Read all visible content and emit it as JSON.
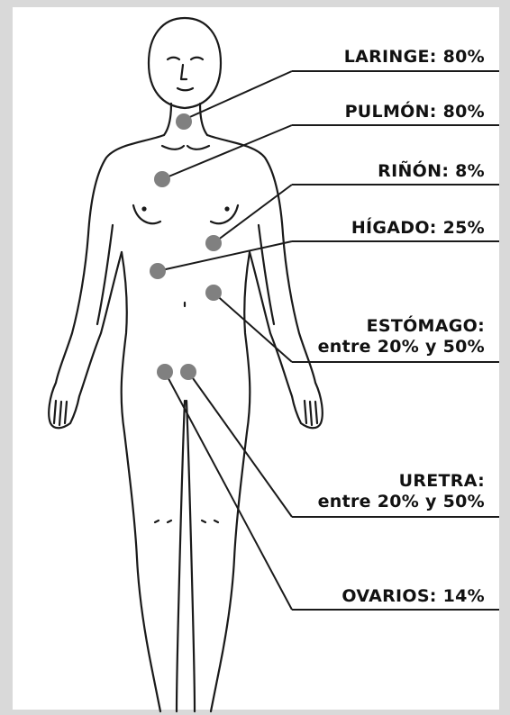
{
  "organs": [
    {
      "name": "larynx",
      "label": "LARINGE: 80%",
      "line2": ""
    },
    {
      "name": "lung",
      "label": "PULMÓN: 80%",
      "line2": ""
    },
    {
      "name": "kidney",
      "label": "RIÑÓN: 8%",
      "line2": ""
    },
    {
      "name": "liver",
      "label": "HÍGADO: 25%",
      "line2": ""
    },
    {
      "name": "stomach",
      "label": "ESTÓMAGO:",
      "line2": "entre 20% y 50%"
    },
    {
      "name": "urethra",
      "label": "URETRA:",
      "line2": "entre 20% y 50%"
    },
    {
      "name": "ovaries",
      "label": "OVARIOS: 14%",
      "line2": ""
    }
  ],
  "colors": {
    "marker": "#808080",
    "outline": "#1a1a1a",
    "background": "#d9d9d9",
    "panel": "#ffffff"
  }
}
